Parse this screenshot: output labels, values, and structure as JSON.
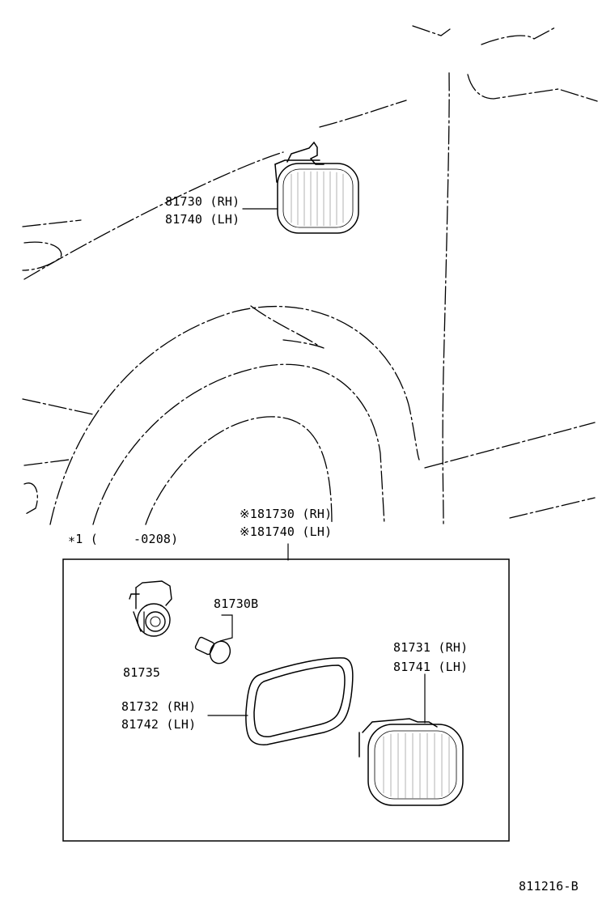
{
  "labels": {
    "lamp_rh": "81730 (RH)",
    "lamp_lh": "81740 (LH)",
    "assy_rh": "※181730 (RH)",
    "assy_lh": "※181740 (LH)",
    "note_mark": "∗1 (",
    "note_date": "-0208)",
    "bulb": "81730B",
    "socket": "81735",
    "lens_rh": "81731 (RH)",
    "lens_lh": "81741 (LH)",
    "gasket_rh": "81732 (RH)",
    "gasket_lh": "81742 (LH)",
    "figure_code": "811216-B"
  },
  "colors": {
    "line": "#000000",
    "background": "#ffffff"
  }
}
